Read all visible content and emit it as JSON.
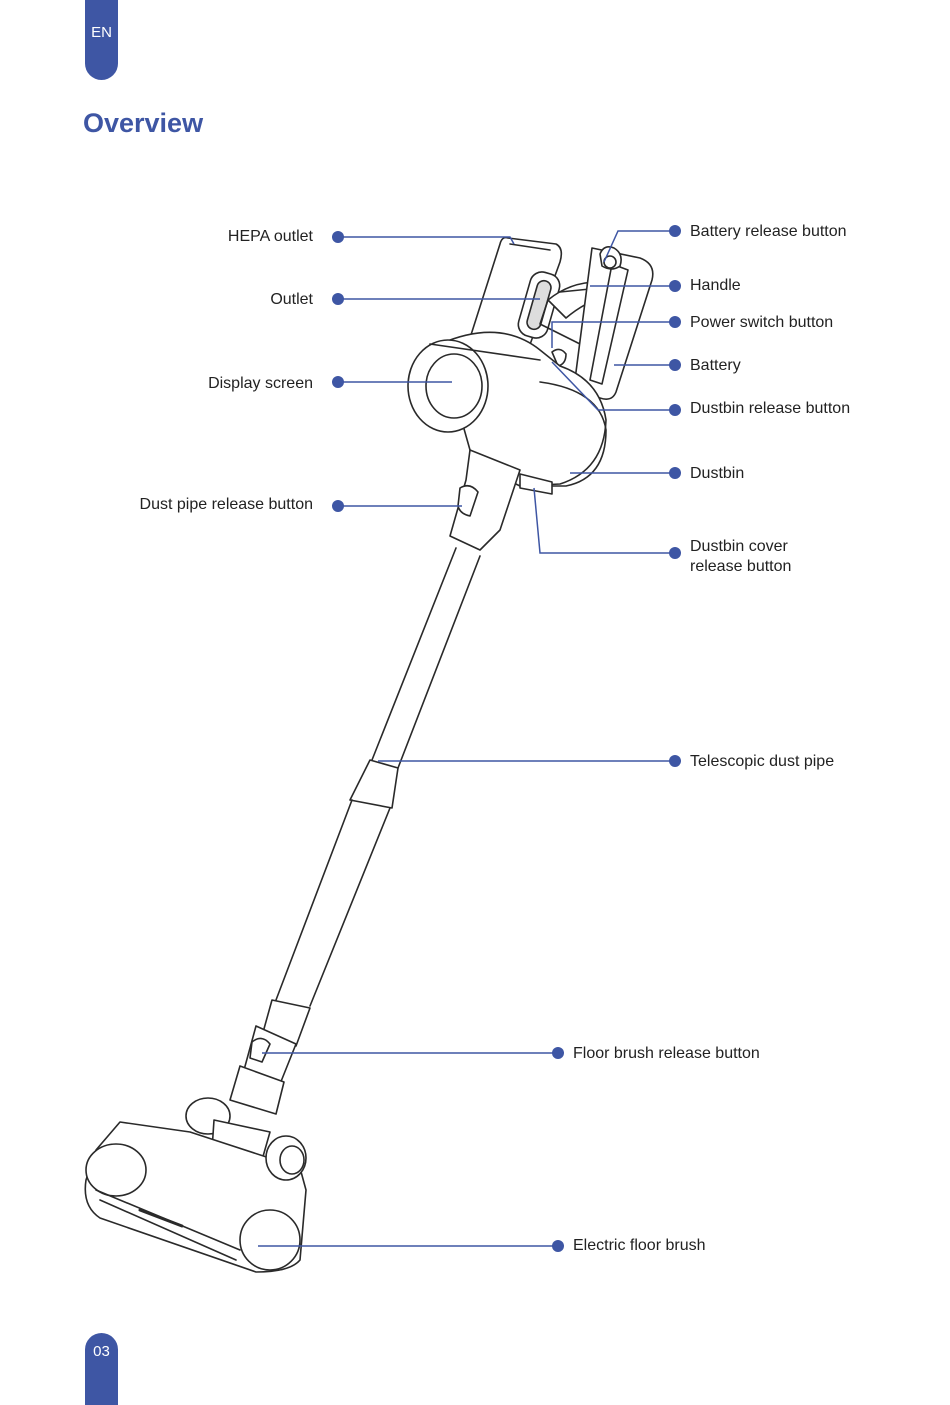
{
  "header": {
    "language_tab": "EN",
    "title": "Overview"
  },
  "footer": {
    "page_number": "03"
  },
  "accent_color": "#3e56a4",
  "labels": {
    "hepa_outlet": "HEPA outlet",
    "outlet": "Outlet",
    "display_screen": "Display screen",
    "dust_pipe_release_button": "Dust pipe release button",
    "battery_release_button": "Battery release button",
    "handle": "Handle",
    "power_switch_button": "Power switch button",
    "battery": "Battery",
    "dustbin_release_button": "Dustbin release button",
    "dustbin": "Dustbin",
    "dustbin_cover_release_button_line1": "Dustbin cover",
    "dustbin_cover_release_button_line2": "release button",
    "telescopic_dust_pipe": "Telescopic dust pipe",
    "floor_brush_release_button": "Floor brush release button",
    "electric_floor_brush": "Electric floor brush"
  }
}
